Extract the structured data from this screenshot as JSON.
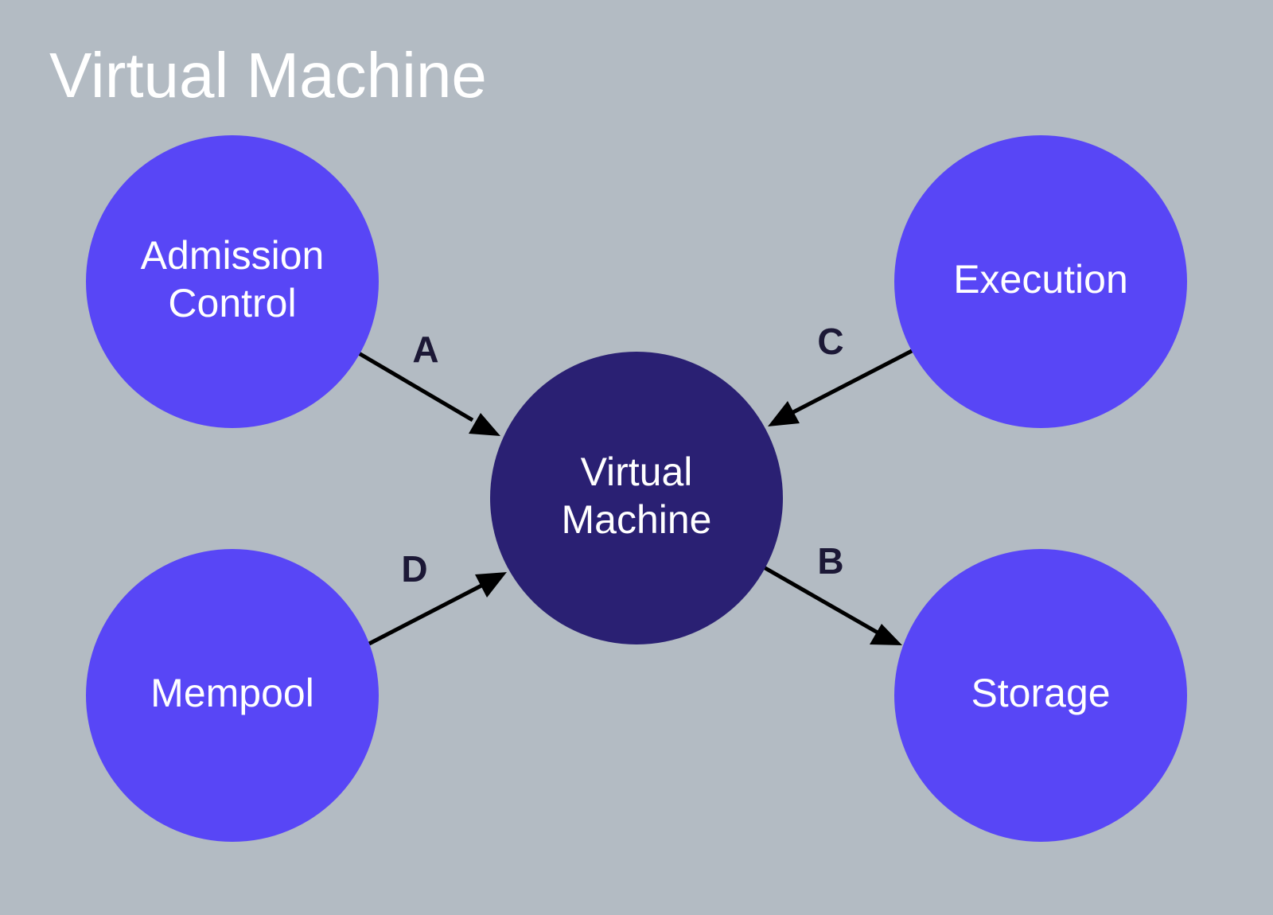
{
  "title": "Virtual Machine",
  "colors": {
    "background": "#b3bbc3",
    "node": "#5846f6",
    "center_node": "#2a2073",
    "text": "#ffffff",
    "edge": "#000000",
    "edge_label": "#1c1836"
  },
  "nodes": {
    "admission_control": {
      "lines": [
        "Admission",
        "Control"
      ]
    },
    "execution": {
      "lines": [
        "Execution"
      ]
    },
    "virtual_machine": {
      "lines": [
        "Virtual",
        "Machine"
      ]
    },
    "mempool": {
      "lines": [
        "Mempool"
      ]
    },
    "storage": {
      "lines": [
        "Storage"
      ]
    }
  },
  "edges": [
    {
      "id": "a",
      "label": "A",
      "from": "admission_control",
      "to": "virtual_machine"
    },
    {
      "id": "b",
      "label": "B",
      "from": "virtual_machine",
      "to": "storage"
    },
    {
      "id": "c",
      "label": "C",
      "from": "execution",
      "to": "virtual_machine"
    },
    {
      "id": "d",
      "label": "D",
      "from": "mempool",
      "to": "virtual_machine"
    }
  ]
}
